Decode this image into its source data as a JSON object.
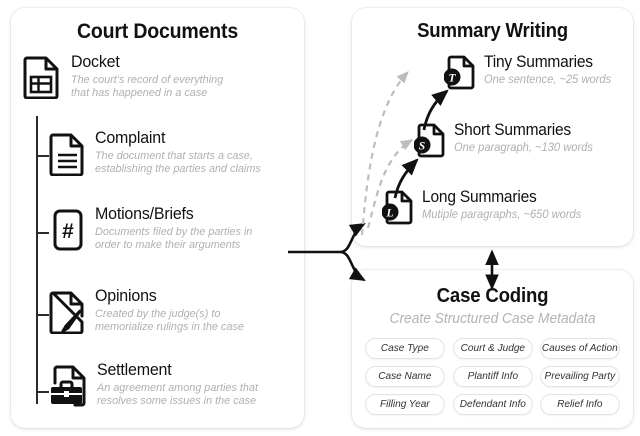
{
  "theme": {
    "ink": "#111111",
    "muted": "#b0b0b0",
    "line": "#2b2b2b",
    "dashed": "#bdbdbd",
    "card_bg": "#ffffff",
    "page_bg": "#ffffff",
    "chip_border": "#e2e2e2"
  },
  "court_documents": {
    "title": "Court Documents",
    "items": [
      {
        "name": "Docket",
        "desc": "The court's record of everything\nthat has happened in a case",
        "icon": "document-table-icon"
      },
      {
        "name": "Complaint",
        "desc": "The document that starts a case,\nestablishing the parties and claims",
        "icon": "document-lines-icon"
      },
      {
        "name": "Motions/Briefs",
        "desc": "Documents filed by the parties in\norder to make their arguments",
        "icon": "document-hash-icon"
      },
      {
        "name": "Opinions",
        "desc": "Created by the judge(s) to\nmemorialize rulings in the case",
        "icon": "document-pen-icon"
      },
      {
        "name": "Settlement",
        "desc": "An agreement among parties that\nresolves some issues in the case",
        "icon": "document-briefcase-icon"
      }
    ]
  },
  "summary_writing": {
    "title": "Summary Writing",
    "items": [
      {
        "name": "Tiny Summaries",
        "desc": "One sentence, ~25 words",
        "badge": "T",
        "icon": "document-badge-t-icon"
      },
      {
        "name": "Short Summaries",
        "desc": "One paragraph, ~130 words",
        "badge": "S",
        "icon": "document-badge-s-icon"
      },
      {
        "name": "Long Summaries",
        "desc": "Mutiple paragraphs, ~650 words",
        "badge": "L",
        "icon": "document-badge-l-icon"
      }
    ]
  },
  "case_coding": {
    "title": "Case Coding",
    "subtitle": "Create Structured Case Metadata",
    "chips": [
      "Case Type",
      "Court & Judge",
      "Causes of Action",
      "Case Name",
      "Plantiff Info",
      "Prevailing Party",
      "Filling Year",
      "Defendant Info",
      "Relief Info"
    ]
  },
  "connectors": {
    "split_arrow": "documents-to-outputs-split-arrow",
    "dashed_tiny": "long-to-tiny-dashed-arrow",
    "dashed_short": "long-to-short-dashed-arrow",
    "solid_long_short": "long-to-short-solid-arrow",
    "solid_short_tiny": "short-to-tiny-solid-arrow",
    "two_way": "summary-coding-two-way-arrow"
  }
}
